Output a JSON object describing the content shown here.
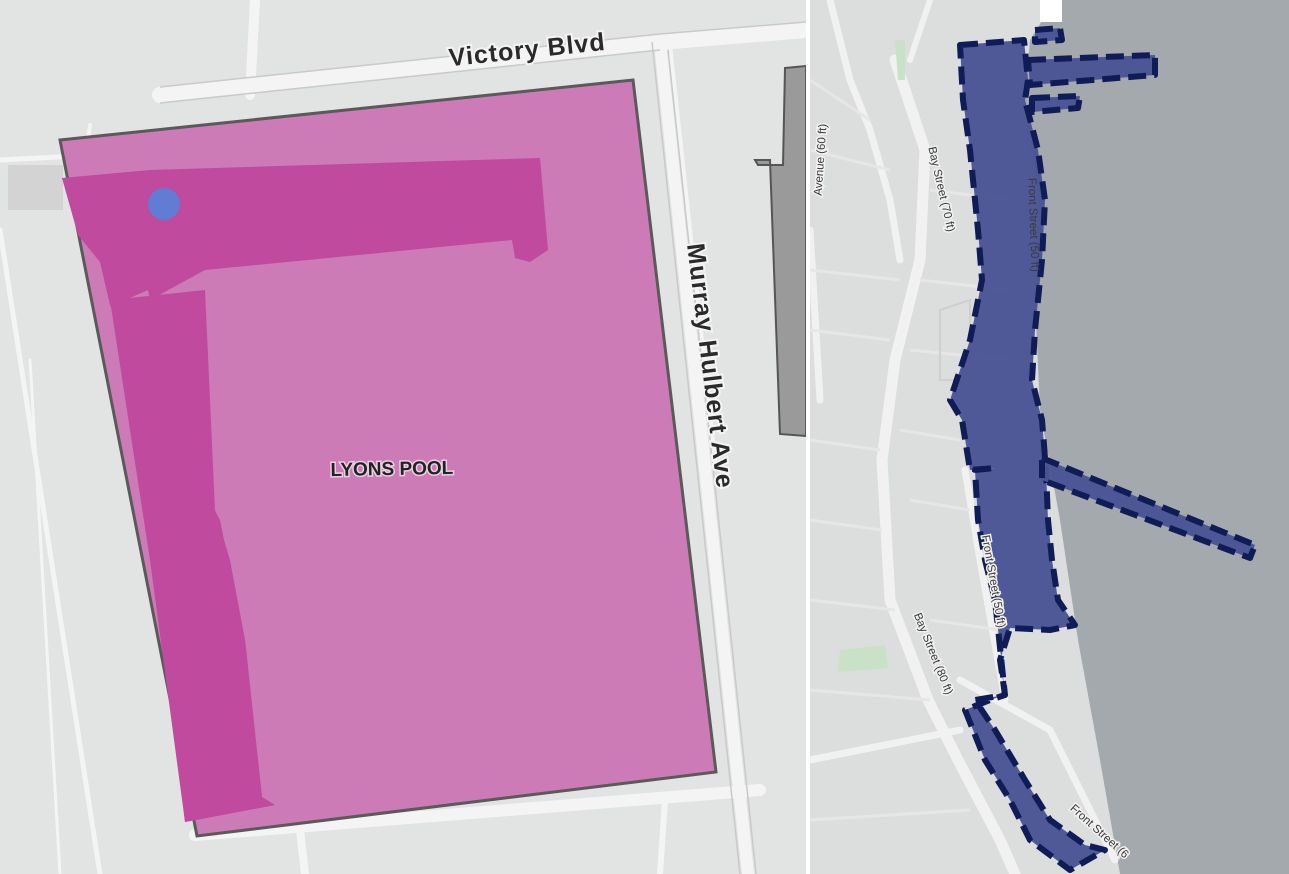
{
  "left_map": {
    "streets": {
      "victory": "Victory Blvd",
      "murray": "Murray Hulbert Ave"
    },
    "poi": "LYONS POOL",
    "colors": {
      "land": "#e2e3e3",
      "road": "#f4f4f4",
      "parcel_fill": "#cc7bb7",
      "parcel_outline": "#5a5a5a",
      "path_fill": "#bf4a9e",
      "location_dot": "#5b7fd6"
    },
    "icons": [
      "location-dot-icon"
    ]
  },
  "right_map": {
    "streets": {
      "front_street_upper": "Front Street  (50 ft)",
      "front_street_mid": "Front Street  (50 ft)",
      "front_street_lower": "Front Street  (6",
      "bay_street_upper": "Bay Street  (70 ft)",
      "bay_street_lower": "Bay Street  (80 ft)",
      "avenue": "Avenue  (60 ft)"
    },
    "colors": {
      "land": "#dcdddd",
      "water": "#a4a9ad",
      "road": "#f1f1f1",
      "highlight_fill": "#4a5595",
      "highlight_outline": "#0f1c55",
      "park": "#c9e2c7"
    }
  }
}
